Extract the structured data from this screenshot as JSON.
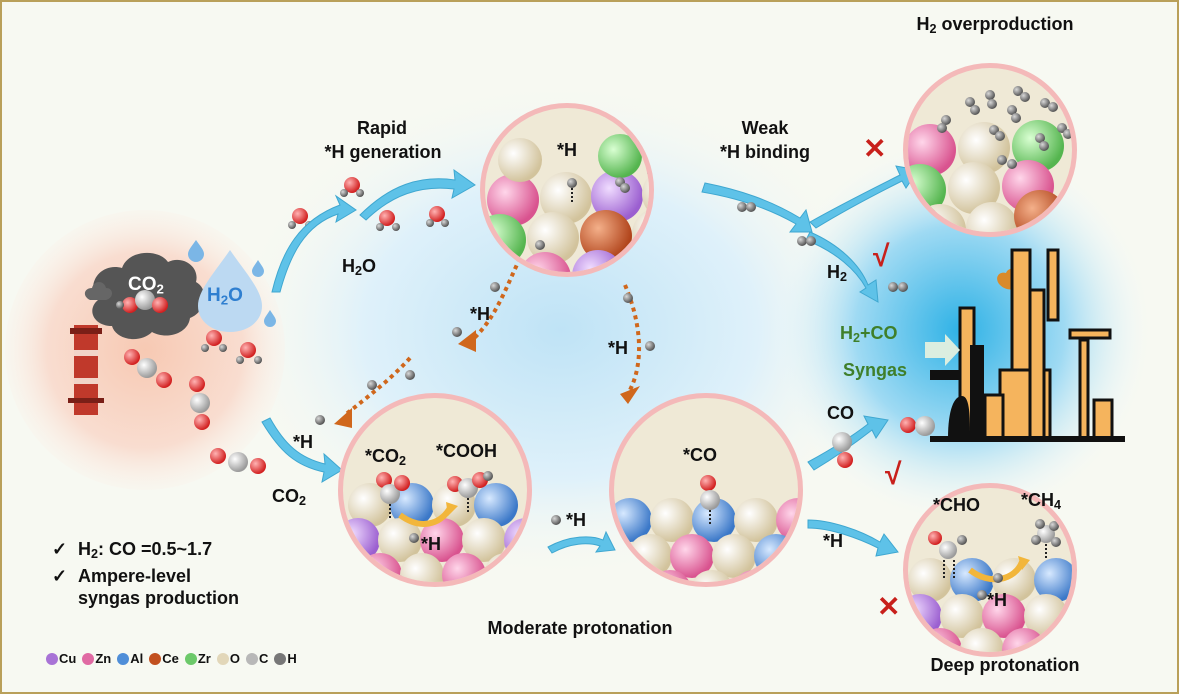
{
  "labels": {
    "rapid": "Rapid",
    "h_generation": "*H generation",
    "weak": "Weak",
    "h_binding": "*H binding",
    "h2_overproduction_pre": "H",
    "h2_overproduction_sub": "2",
    "h2_overproduction_post": " overproduction",
    "co2_cloud": "CO",
    "co2_cloud_sub": "2",
    "h2o_drop": "H",
    "h2o_drop_sub": "2",
    "h2o_drop_post": "O",
    "h2o_main": "H",
    "h2o_main_sub": "2",
    "h2o_main_post": "O",
    "star_h_top": "*H",
    "star_h_left1": "*H",
    "star_h_mid": "*H",
    "star_h_left2": "*H",
    "co2_bottom": "CO",
    "co2_bottom_sub": "2",
    "co2_ads": "*CO",
    "co2_ads_sub": "2",
    "cooh": "*COOH",
    "star_h_in_circle": "*H",
    "star_h_between": "*H",
    "star_co": "*CO",
    "h2_product": "H",
    "h2_product_sub": "2",
    "co_product": "CO",
    "syngas_formula": "H",
    "syngas_formula_sub": "2",
    "syngas_formula_post": "+CO",
    "syngas": "Syngas",
    "star_h_right": "*H",
    "cho": "*CHO",
    "ch4": "*CH",
    "ch4_sub": "4",
    "star_h_deep": "*H",
    "moderate_protonation": "Moderate protonation",
    "deep_protonation": "Deep protonation"
  },
  "notes": [
    {
      "check": "✓",
      "pre": "H",
      "sub": "2",
      "post": ": CO =0.5~1.7"
    },
    {
      "check": "✓",
      "pre": "Ampere-level",
      "sub": "",
      "post": ""
    },
    {
      "check": "",
      "pre": "syngas production",
      "sub": "",
      "post": ""
    }
  ],
  "marks": {
    "cross": "✕",
    "check": "√"
  },
  "legend": [
    {
      "label": "Cu",
      "color": "#a873d6"
    },
    {
      "label": "Zn",
      "color": "#e06aa3"
    },
    {
      "label": "Al",
      "color": "#4f8ed8"
    },
    {
      "label": "Ce",
      "color": "#c2501f"
    },
    {
      "label": "Zr",
      "color": "#6cc96a"
    },
    {
      "label": "O",
      "color": "#e2d7b9"
    },
    {
      "label": "C",
      "color": "#b8b8b8"
    },
    {
      "label": "H",
      "color": "#777777"
    }
  ],
  "colors": {
    "border": "#b9a05a",
    "circle_ring": "#f4b9b9",
    "arrow_blue": "#5ec2e8",
    "arrow_orange": "#d0671c",
    "factory_orange": "#f5b45d"
  }
}
